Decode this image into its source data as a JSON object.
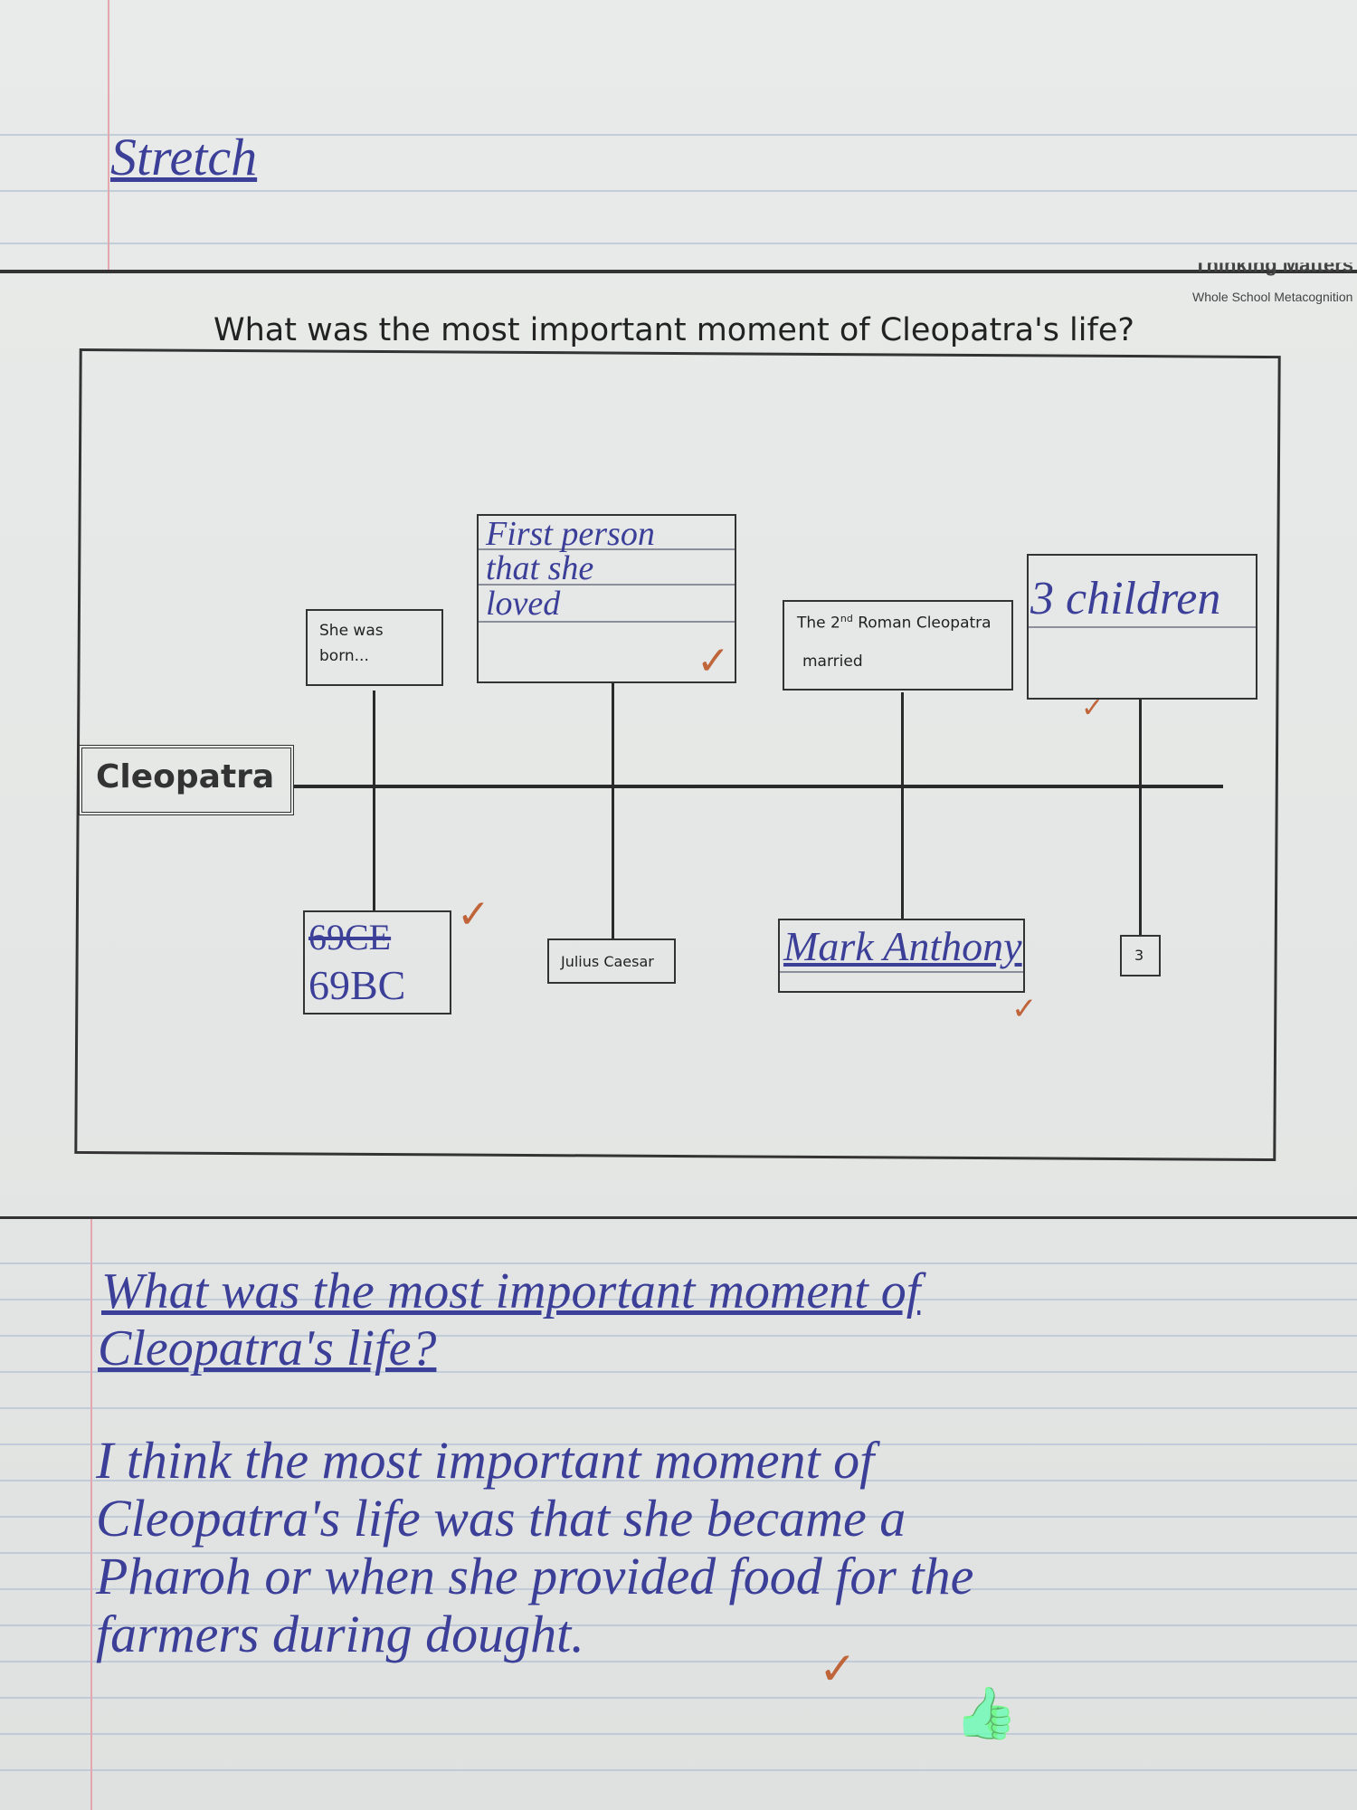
{
  "heading": "Stretch",
  "worksheet": {
    "brand_line": "Thinking Matters",
    "brand_sub": "Whole School Metacognition",
    "title": "What was the most important moment of Cleopatra's life?",
    "timeline_label": "Cleopatra",
    "top_boxes": [
      {
        "printed": "She was born...",
        "handwritten": ""
      },
      {
        "printed": "",
        "handwritten": [
          "First person",
          "that she",
          "loved"
        ]
      },
      {
        "printed": "The 2nd Roman Cleopatra married",
        "handwritten": ""
      },
      {
        "printed": "",
        "handwritten": [
          "3 children"
        ]
      }
    ],
    "born_printed": {
      "line1": "She was",
      "line2": "born..."
    },
    "roman_printed": {
      "pre": "The 2",
      "sup": "nd",
      "post": " Roman Cleopatra",
      "line2": "married"
    },
    "bottom_boxes": {
      "born_struck": "69CE",
      "born_answer": "69BC",
      "first_love": "Julius Caesar",
      "married_answer": "Mark Anthony",
      "children_count": "3"
    }
  },
  "answer": {
    "question_lines": [
      "What was the most important moment of",
      "Cleopatra's life?"
    ],
    "response_lines": [
      "I think the most important moment of",
      "Cleopatra's life was that she became a",
      "Pharoh or when she provided food for the",
      "farmers during dought."
    ]
  },
  "marks": {
    "tick": "✓",
    "thumbs": "👍"
  },
  "colors": {
    "ink_blue": "#3b3f98",
    "teacher_orange": "#c0643a",
    "stamp_green": "#3c8a5a"
  }
}
